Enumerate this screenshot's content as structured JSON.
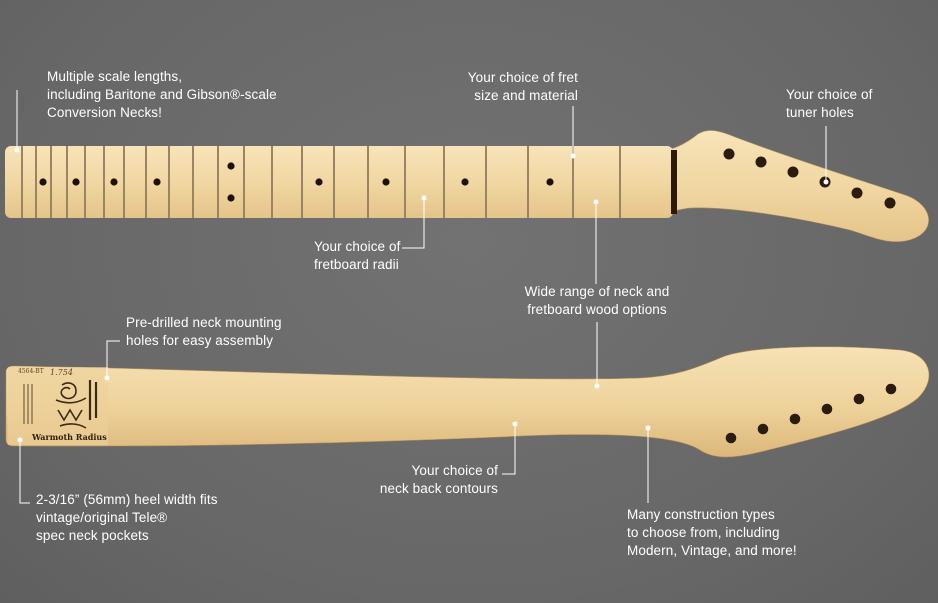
{
  "labels": {
    "scale": [
      "Multiple scale lengths,",
      "including Baritone and Gibson®-scale",
      "Conversion Necks!"
    ],
    "fret": [
      "Your choice of fret",
      "size and material"
    ],
    "tuner": [
      "Your choice of",
      "tuner holes"
    ],
    "radii": [
      "Your choice of",
      "fretboard radii"
    ],
    "wood": [
      "Wide range of neck and",
      "fretboard wood options"
    ],
    "predrilled": [
      "Pre-drilled neck mounting",
      "holes for easy assembly"
    ],
    "contours": [
      "Your choice of",
      "neck back contours"
    ],
    "heel": [
      "2-3/16” (56mm) heel width fits",
      "vintage/original Tele®",
      "spec neck pockets"
    ],
    "construction": [
      "Many construction types",
      "to choose from, including",
      "Modern, Vintage, and more!"
    ]
  },
  "heel_stamp": {
    "code": "4564-BT",
    "number": "1.754",
    "brand": "Warmoth Radius"
  },
  "colors": {
    "background": "#6b6b6b",
    "maple": "#f2d9a6",
    "callout": "#ffffff",
    "nut": "#2a1a0c"
  }
}
